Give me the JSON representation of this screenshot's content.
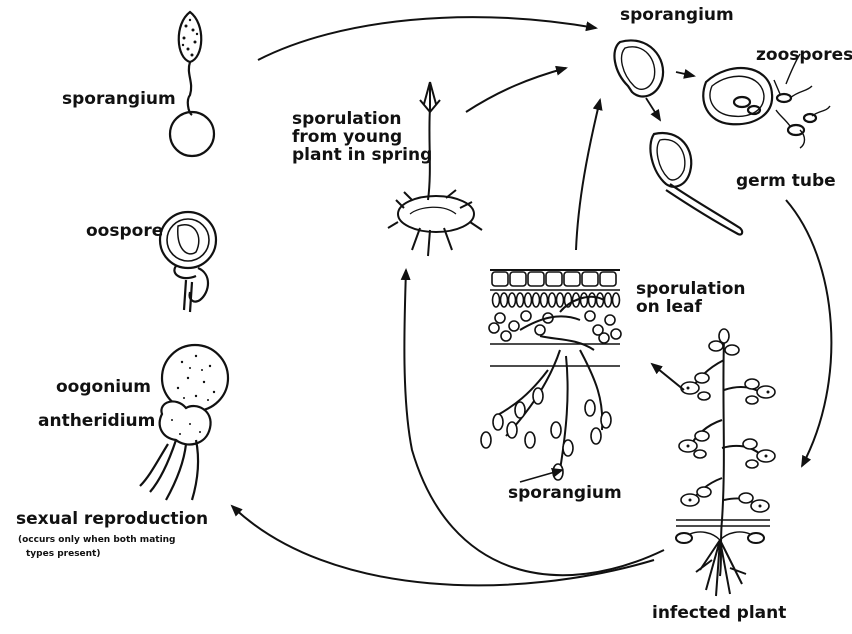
{
  "labels": {
    "sporangium_top_left": "sporangium",
    "oospore": "oospore",
    "oogonium": "oogonium",
    "antheridium": "antheridium",
    "sexual_reproduction": "sexual reproduction",
    "sexual_note_line1": "(occurs only when both mating",
    "sexual_note_line2": "types present)",
    "sporulation_spring_line1": "sporulation",
    "sporulation_spring_line2": "from  young",
    "sporulation_spring_line3": "plant in spring",
    "sporangium_top_right": "sporangium",
    "zoospores": "zoospores",
    "germ_tube": "germ tube",
    "sporulation_leaf_line1": "sporulation",
    "sporulation_leaf_line2": "on leaf",
    "sporangium_bottom": "sporangium",
    "infected_plant": "infected  plant"
  },
  "icons": [
    "sporangium-icon",
    "oospore-icon",
    "oogonium-antheridium-icon",
    "young-plant-icon",
    "sporangium-cluster-icon",
    "leaf-section-icon",
    "infected-plant-icon",
    "cycle-arrows"
  ]
}
